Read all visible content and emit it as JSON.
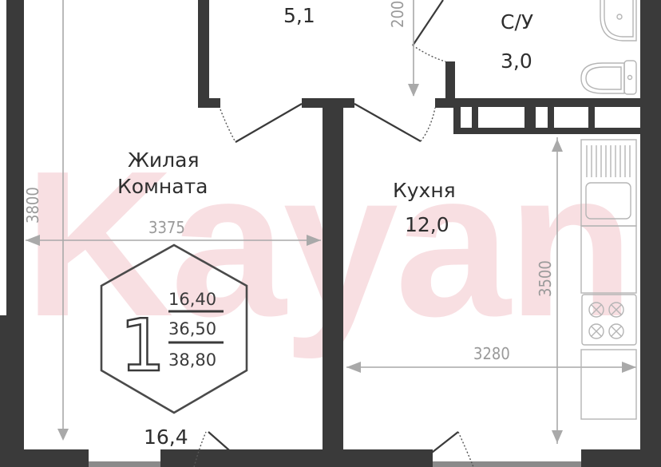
{
  "plan": {
    "watermark": "Kayan",
    "rooms": {
      "hall": {
        "area": "5,1"
      },
      "bathroom": {
        "label": "С/У",
        "area": "3,0"
      },
      "living_room": {
        "label_line1": "Жилая",
        "label_line2": "Комната",
        "area": "16,4"
      },
      "kitchen": {
        "label": "Кухня",
        "area": "12,0"
      }
    },
    "dimensions": {
      "living_height": "3800",
      "living_width": "3375",
      "kitchen_height": "3500",
      "kitchen_width": "3280",
      "hall_partial": "200"
    },
    "badge": {
      "rooms_count": "1",
      "living_area": "16,40",
      "total_area": "36,50",
      "total_with_balcony": "38,80"
    },
    "colors": {
      "wall": "#3a3a3a",
      "dimension": "#a9a9a9",
      "watermark": "#f3c6cc",
      "text": "#2e2e2e"
    }
  }
}
